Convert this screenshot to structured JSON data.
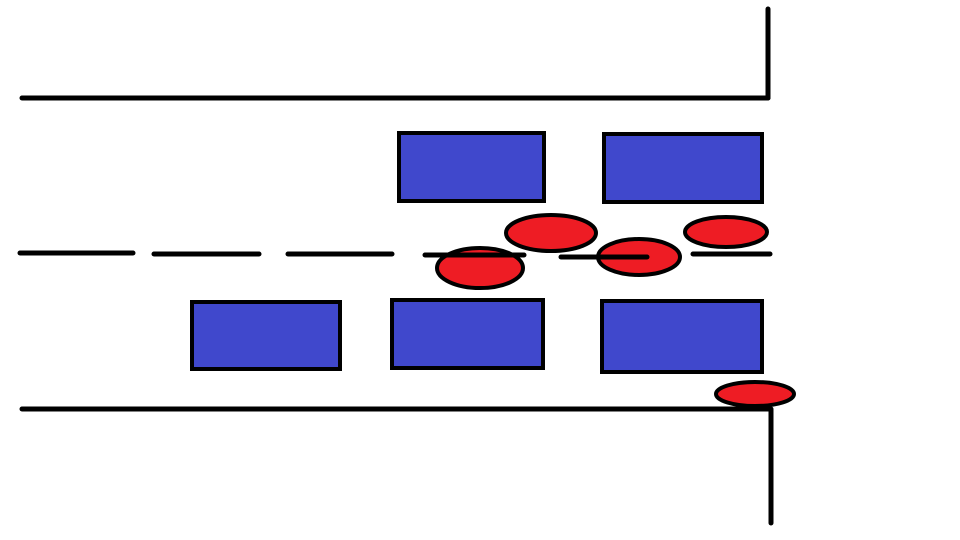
{
  "diagram": {
    "colors": {
      "vehicle": "#4048cc",
      "obstacle": "#ee1c24",
      "line": "#000000",
      "background": "#ffffff"
    },
    "vehicles_upper_lane": 2,
    "vehicles_lower_lane": 3,
    "red_markers": 5
  }
}
